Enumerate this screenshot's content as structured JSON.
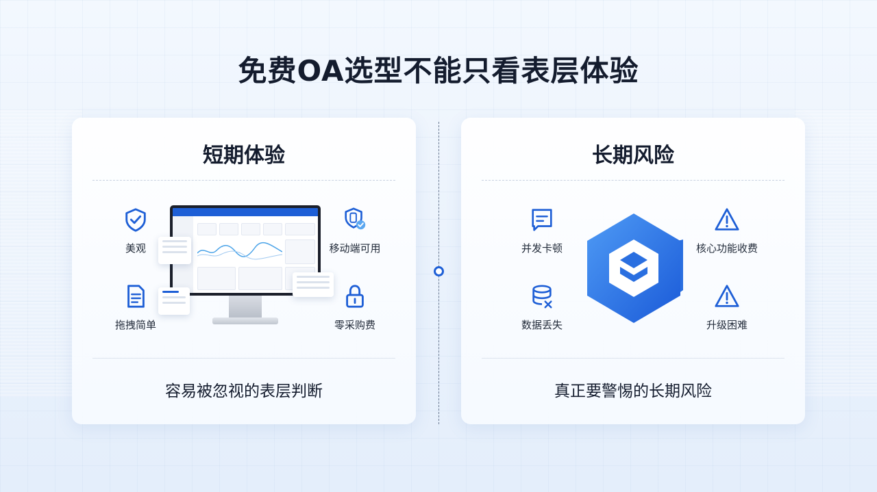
{
  "title": "免费OA选型不能只看表层体验",
  "left_card": {
    "title": "短期体验",
    "features": [
      {
        "label": "美观",
        "icon": "shield-check-icon"
      },
      {
        "label": "移动端可用",
        "icon": "mobile-shield-icon"
      },
      {
        "label": "拖拽简单",
        "icon": "document-icon"
      },
      {
        "label": "零采购费",
        "icon": "lock-icon"
      }
    ],
    "footer": "容易被忽视的表层判断"
  },
  "right_card": {
    "title": "长期风险",
    "features": [
      {
        "label": "并发卡顿",
        "icon": "message-icon"
      },
      {
        "label": "核心功能收费",
        "icon": "warning-icon"
      },
      {
        "label": "数据丢失",
        "icon": "database-icon"
      },
      {
        "label": "升级困难",
        "icon": "warning-icon"
      }
    ],
    "footer": "真正要警惕的长期风险"
  },
  "colors": {
    "accent": "#1e5fd6",
    "title_text": "#141c2e"
  }
}
